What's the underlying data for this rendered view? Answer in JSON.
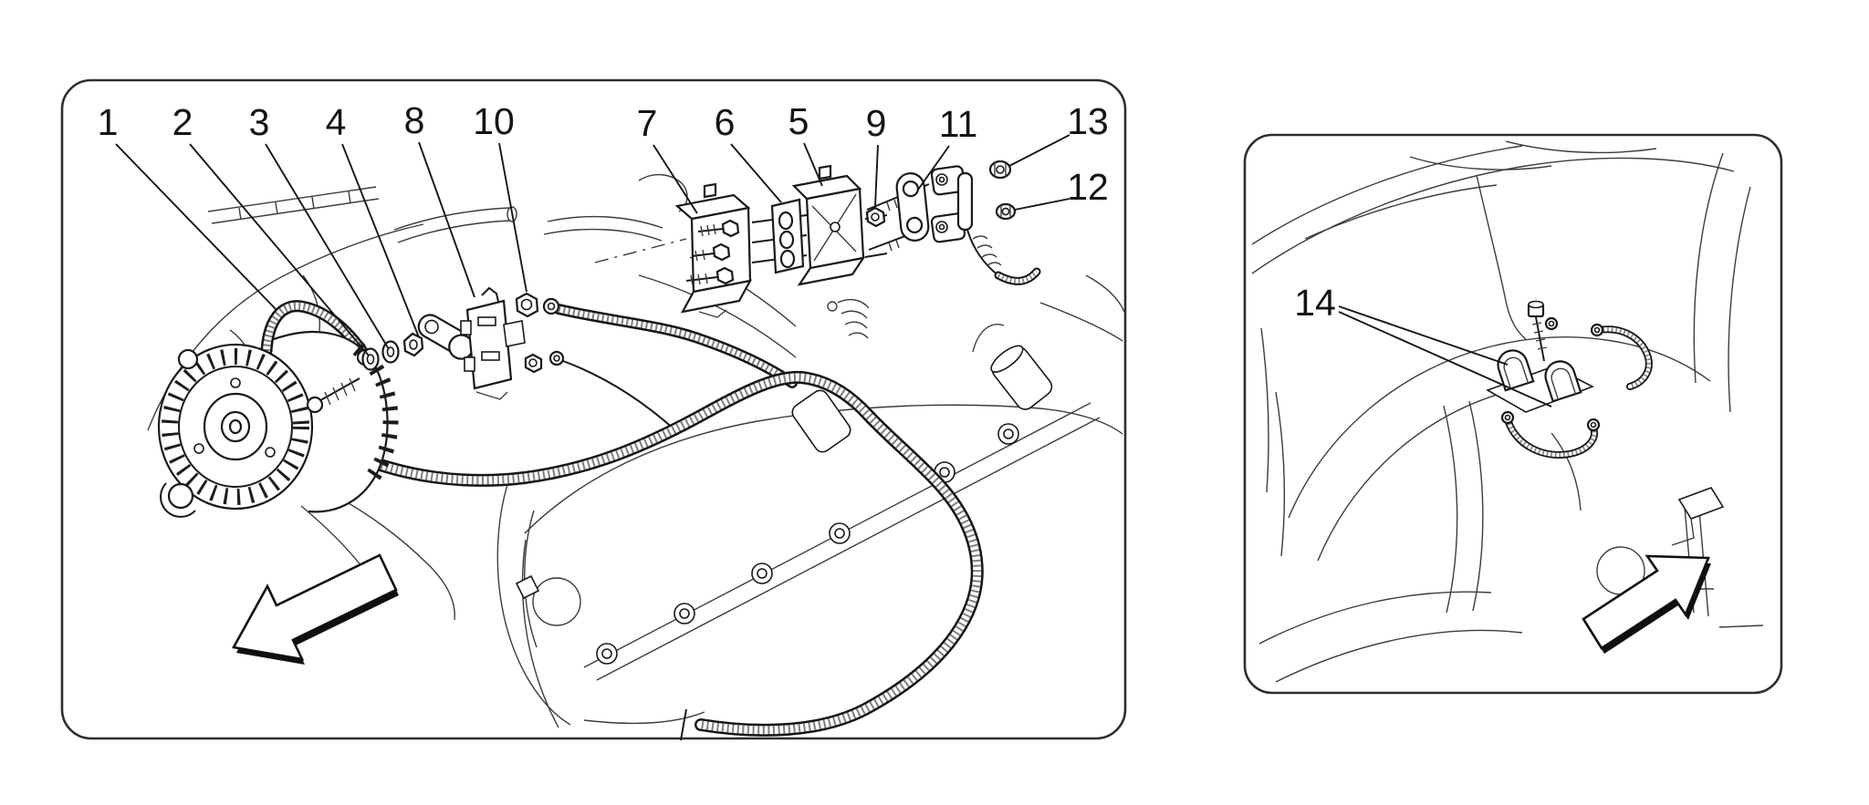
{
  "style": {
    "background": "#ffffff",
    "line_color": "#191919",
    "panel_border_color": "#2e2e2e"
  },
  "main_view": {
    "description": "exploded-view-alternator-cables",
    "callouts": [
      {
        "label": "1",
        "part": "generator-cable"
      },
      {
        "label": "2",
        "part": "washer"
      },
      {
        "label": "3",
        "part": "washer"
      },
      {
        "label": "4",
        "part": "cable-clamp-link"
      },
      {
        "label": "8",
        "part": "cable-holder-bracket"
      },
      {
        "label": "10",
        "part": "nut"
      },
      {
        "label": "7",
        "part": "support-bracket"
      },
      {
        "label": "6",
        "part": "spacer-plate"
      },
      {
        "label": "5",
        "part": "terminal-bracket"
      },
      {
        "label": "9",
        "part": "nut"
      },
      {
        "label": "11",
        "part": "insulating-spacer"
      },
      {
        "label": "13",
        "part": "nut"
      },
      {
        "label": "12",
        "part": "nut"
      }
    ],
    "direction_arrow": "down-left"
  },
  "detail_view": {
    "description": "cable-clamp-location-in-engine-bay",
    "callouts": [
      {
        "label": "14",
        "part": "cable-clamps"
      }
    ],
    "direction_arrow": "up-right"
  }
}
